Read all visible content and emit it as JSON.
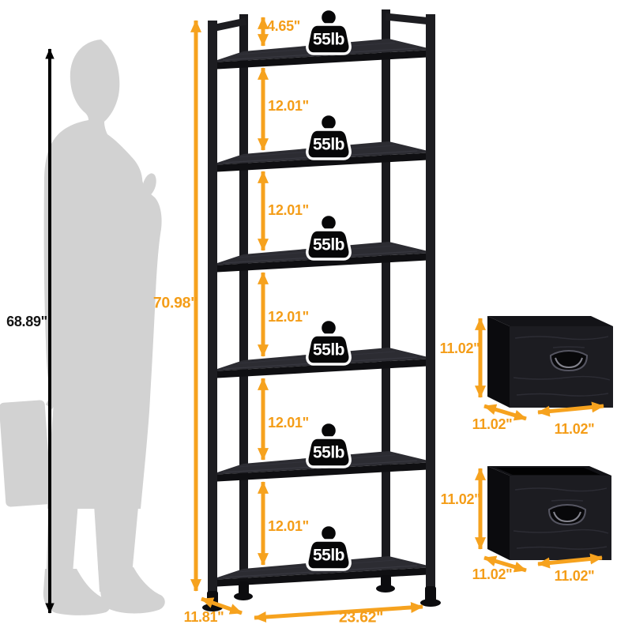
{
  "colors": {
    "accent_arrow": "#f6a21e",
    "accent_text": "#f49d18",
    "silhouette_gray": "#d2d2d2",
    "furniture_black": "#1c1c21",
    "badge_black": "#070708"
  },
  "person": {
    "height_label": "68.89\""
  },
  "bookshelf": {
    "overall_height_label": "70.98\"",
    "overall_width_label": "23.62\"",
    "overall_depth_label": "11.81\"",
    "top_tier_spacing_label": "4.65\"",
    "tier_spacing_labels": [
      "12.01\"",
      "12.01\"",
      "12.01\"",
      "12.01\"",
      "12.01\""
    ],
    "shelf_capacities": [
      "55lb",
      "55lb",
      "55lb",
      "55lb",
      "55lb",
      "55lb"
    ]
  },
  "storage_cubes": [
    {
      "height_label": "11.02\"",
      "depth_label": "11.02\"",
      "width_label": "11.02\""
    },
    {
      "height_label": "11.02\"",
      "depth_label": "11.02\"",
      "width_label": "11.02\""
    }
  ]
}
